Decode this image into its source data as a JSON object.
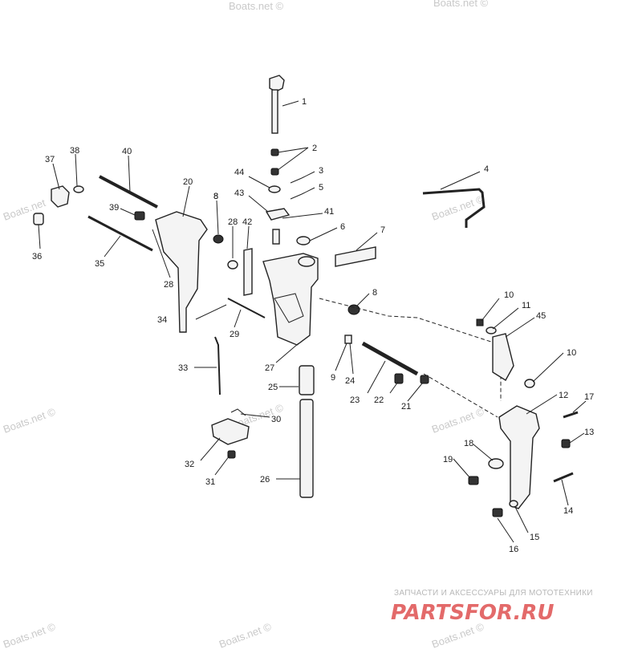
{
  "watermarks": [
    "Boats.net ©",
    "Boats.net ©",
    "Boats.net ©",
    "Boats.net ©",
    "Boats.net",
    "Boats.net ©",
    "Boats.net ©",
    "Boats.net ©",
    "Boats.net ©",
    "Boats.net ©"
  ],
  "callouts": [
    "1",
    "2",
    "3",
    "5",
    "4",
    "44",
    "43",
    "41",
    "6",
    "7",
    "8",
    "38",
    "37",
    "40",
    "39",
    "20",
    "8",
    "28",
    "42",
    "36",
    "35",
    "28",
    "34",
    "29",
    "8",
    "10",
    "11",
    "45",
    "10",
    "33",
    "27",
    "9",
    "24",
    "22",
    "23",
    "21",
    "25",
    "30",
    "12",
    "17",
    "13",
    "18",
    "19",
    "32",
    "31",
    "26",
    "14",
    "15",
    "16"
  ],
  "brand": {
    "tagline": "ЗАПЧАСТИ И АКСЕССУАРЫ ДЛЯ МОТОТЕХНИКИ",
    "name": "PARTSFOR.RU"
  },
  "colors": {
    "background": "#ffffff",
    "ink": "#222222",
    "brand_red": "#e36a6a",
    "watermark": "#c9c9c9"
  }
}
